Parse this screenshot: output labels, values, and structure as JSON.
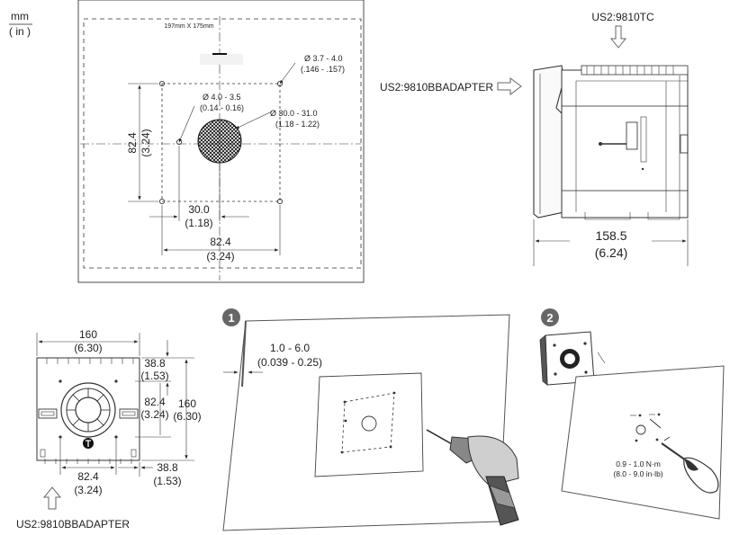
{
  "units": {
    "top": "mm",
    "bottom": "( in )"
  },
  "template": {
    "size_label": "197mm X 175mm",
    "hole_small": {
      "line1": "Ø 3.7 - 4.0",
      "line2": "(.146 - .157)"
    },
    "hole_mid": {
      "line1": "Ø 4.0 - 3.5",
      "line2": "(0.14 - 0.16)"
    },
    "hole_center": {
      "line1": "Ø 30.0 - 31.0",
      "line2": "(1.18 - 1.22)"
    },
    "v_spacing": {
      "mm": "82.4",
      "in": "(3.24)"
    },
    "offset": {
      "mm": "30.0",
      "in": "(1.18)"
    },
    "h_spacing": {
      "mm": "82.4",
      "in": "(3.24)"
    }
  },
  "side_view": {
    "top_label": "US2:9810TC",
    "adapter_label": "US2:9810BBADAPTER",
    "depth": {
      "mm": "158.5",
      "in": "(6.24)"
    }
  },
  "front_view": {
    "width": {
      "mm": "160",
      "in": "(6.30)"
    },
    "height": {
      "mm": "160",
      "in": "(6.30)"
    },
    "top_offset": {
      "mm": "38.8",
      "in": "(1.53)"
    },
    "v_spacing": {
      "mm": "82.4",
      "in": "(3.24)"
    },
    "h_spacing": {
      "mm": "82.4",
      "in": "(3.24)"
    },
    "bottom_offset": {
      "mm": "38.8",
      "in": "(1.53)"
    },
    "adapter_label": "US2:9810BBADAPTER"
  },
  "step1": {
    "badge": "1",
    "thickness": {
      "mm": "1.0 - 6.0",
      "in": "(0.039 - 0.25)"
    }
  },
  "step2": {
    "badge": "2",
    "torque": {
      "nm": "0.9 - 1.0 N·m",
      "inlb": "(8.0 - 9.0 in·lb)"
    }
  }
}
